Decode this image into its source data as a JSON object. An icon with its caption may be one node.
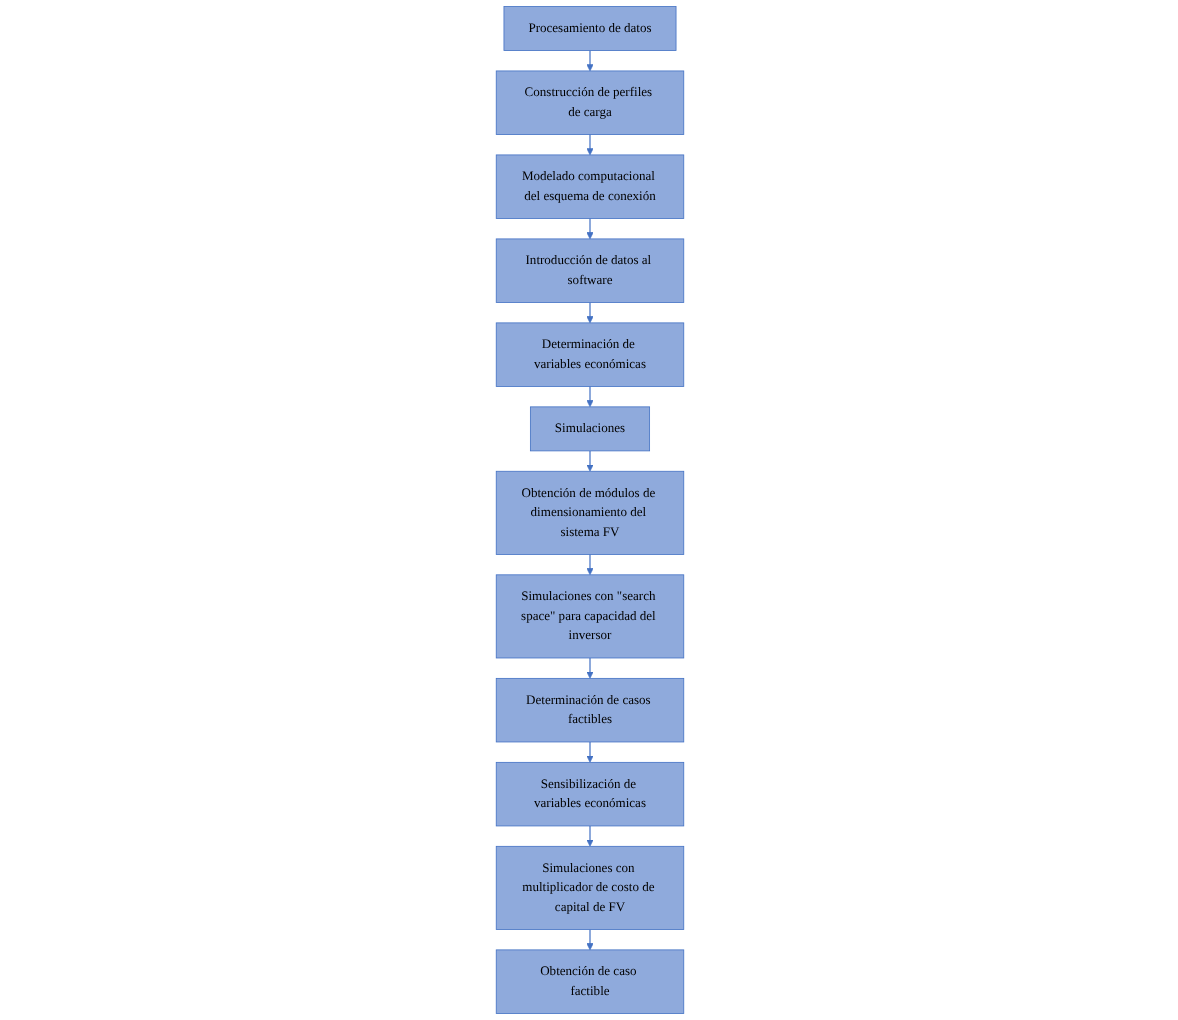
{
  "diagram": {
    "nodes": [
      {
        "text": [
          "Procesamiento de datos"
        ]
      },
      {
        "text": [
          "Construcción de perfiles de carga"
        ]
      },
      {
        "text": [
          "Modelado computacional del esquema de conexión"
        ]
      },
      {
        "text": [
          "Introducción de datos al software"
        ]
      },
      {
        "text": [
          "Determinación de variables económicas"
        ]
      },
      {
        "text": [
          "Simulaciones"
        ]
      },
      {
        "text": [
          "Obtención de módulos de dimensionamiento del sistema FV"
        ]
      },
      {
        "text": [
          "Simulaciones con \"search space\" para capacidad del inversor"
        ]
      },
      {
        "text": [
          "Determinación de casos factibles"
        ]
      },
      {
        "text": [
          "Sensibilización de variables económicas"
        ]
      },
      {
        "text": [
          "Simulaciones con multiplicador de costo de capital de FV"
        ]
      },
      {
        "text": [
          "Obtención de caso factible"
        ]
      }
    ],
    "edges": [
      {
        "from": 0,
        "to": 1,
        "arrow": "to"
      },
      {
        "from": 1,
        "to": 2,
        "arrow": "to"
      },
      {
        "from": 2,
        "to": 3,
        "arrow": "to"
      },
      {
        "from": 3,
        "to": 4,
        "arrow": "to"
      },
      {
        "from": 4,
        "to": 5,
        "arrow": "to"
      },
      {
        "from": 5,
        "to": 6,
        "arrow": "to"
      },
      {
        "from": 6,
        "to": 7,
        "arrow": "to"
      },
      {
        "from": 7,
        "to": 8,
        "arrow": "to"
      },
      {
        "from": 8,
        "to": 9,
        "arrow": "to"
      },
      {
        "from": 9,
        "to": 10,
        "arrow": "to"
      },
      {
        "from": 10,
        "to": 11,
        "arrow": "to"
      }
    ]
  }
}
